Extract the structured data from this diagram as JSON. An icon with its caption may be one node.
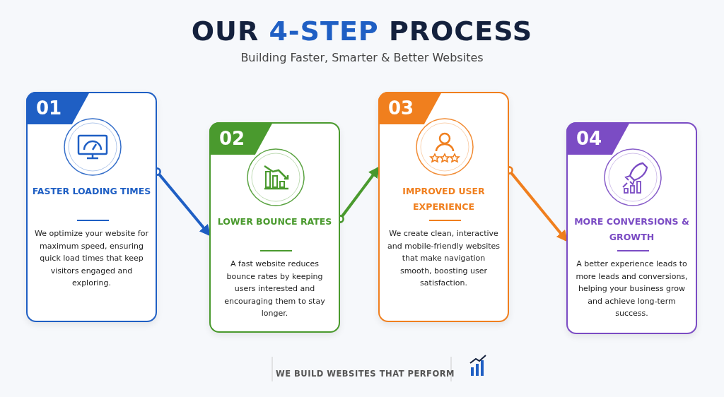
{
  "diagram": {
    "title": "OUR **4-STEP** PROCESS",
    "caption": "Building Faster, Smarter & Better Websites",
    "nodes": [
      {
        "text": [
          "01",
          "FASTER LOADING TIMES",
          "We optimize your website for maximum speed, ensuring quick load times that keep visitors engaged and exploring."
        ]
      },
      {
        "text": [
          "02",
          "LOWER BOUNCE RATES",
          "A fast website reduces bounce rates by keeping users interested and encouraging them to stay longer."
        ]
      },
      {
        "text": [
          "03",
          "IMPROVED USER EXPERIENCE",
          "We create clean, interactive and mobile-friendly websites that make navigation smooth, boosting user satisfaction."
        ]
      },
      {
        "text": [
          "04",
          "MORE CONVERSIONS & GROWTH",
          "A better experience leads to more leads and conversions, helping your business grow and achieve long-term success."
        ]
      }
    ],
    "edges": [
      {
        "from": 0,
        "to": 1,
        "arrow": "to",
        "color": "#1f5fc4"
      },
      {
        "from": 1,
        "to": 2,
        "arrow": "to",
        "color": "#4a9a2e"
      },
      {
        "from": 2,
        "to": 3,
        "arrow": "to",
        "color": "#f07f1e"
      }
    ],
    "labels": [
      "WE BUILD WEBSITES THAT PERFORM"
    ]
  }
}
